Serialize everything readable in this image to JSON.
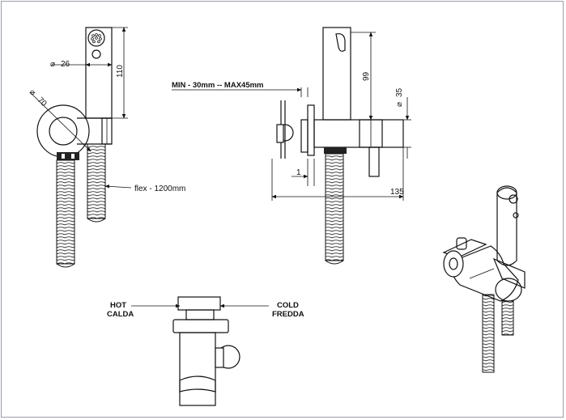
{
  "labels": {
    "diameter_26": "26",
    "height_110": "110",
    "diameter_70": "70",
    "flex": "flex - 1200mm",
    "wall_range": "MIN - 30mm -- MAX45mm",
    "height_99": "99",
    "diameter_35": "35",
    "offset_1": "1",
    "length_135": "135",
    "hot": "HOT",
    "hot_it": "CALDA",
    "cold": "COLD",
    "cold_it": "FREDDA",
    "diameter_symbol": "⌀"
  },
  "colors": {
    "line": "#111111",
    "border": "#9aa0a8",
    "background": "#ffffff"
  }
}
